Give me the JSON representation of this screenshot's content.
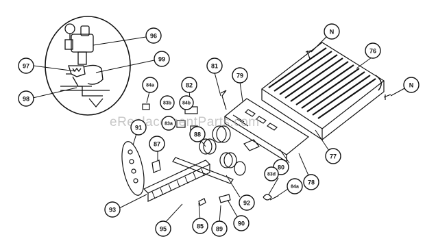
{
  "diagram": {
    "watermark": "eReplacementParts.com",
    "callouts": [
      {
        "id": "96",
        "text": "96"
      },
      {
        "id": "97",
        "text": "97"
      },
      {
        "id": "98",
        "text": "98"
      },
      {
        "id": "99",
        "text": "99"
      },
      {
        "id": "81",
        "text": "81"
      },
      {
        "id": "79",
        "text": "79"
      },
      {
        "id": "76",
        "text": "76"
      },
      {
        "id": "N-top",
        "text": "N"
      },
      {
        "id": "N-right",
        "text": "N"
      },
      {
        "id": "84a-top",
        "text": "84a"
      },
      {
        "id": "82",
        "text": "82"
      },
      {
        "id": "83b",
        "text": "83b"
      },
      {
        "id": "84b",
        "text": "84b"
      },
      {
        "id": "83a",
        "text": "83a"
      },
      {
        "id": "88",
        "text": "88"
      },
      {
        "id": "91",
        "text": "91"
      },
      {
        "id": "87",
        "text": "87"
      },
      {
        "id": "80",
        "text": "80"
      },
      {
        "id": "77",
        "text": "77"
      },
      {
        "id": "78",
        "text": "78"
      },
      {
        "id": "83d",
        "text": "83d"
      },
      {
        "id": "84a-bottom",
        "text": "84a"
      },
      {
        "id": "92",
        "text": "92"
      },
      {
        "id": "93",
        "text": "93"
      },
      {
        "id": "95",
        "text": "95"
      },
      {
        "id": "85",
        "text": "85"
      },
      {
        "id": "89",
        "text": "89"
      },
      {
        "id": "90",
        "text": "90"
      }
    ]
  }
}
